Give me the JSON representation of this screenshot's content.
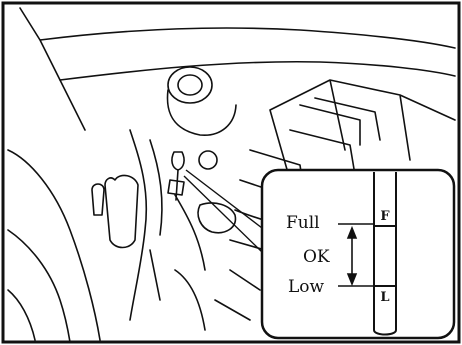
{
  "labels": {
    "full": "Full",
    "ok": "OK",
    "low": "Low"
  },
  "dipstick_marks": {
    "full_mark": "F",
    "low_mark": "L"
  },
  "colors": {
    "line": "#111111",
    "background": "#ffffff"
  }
}
